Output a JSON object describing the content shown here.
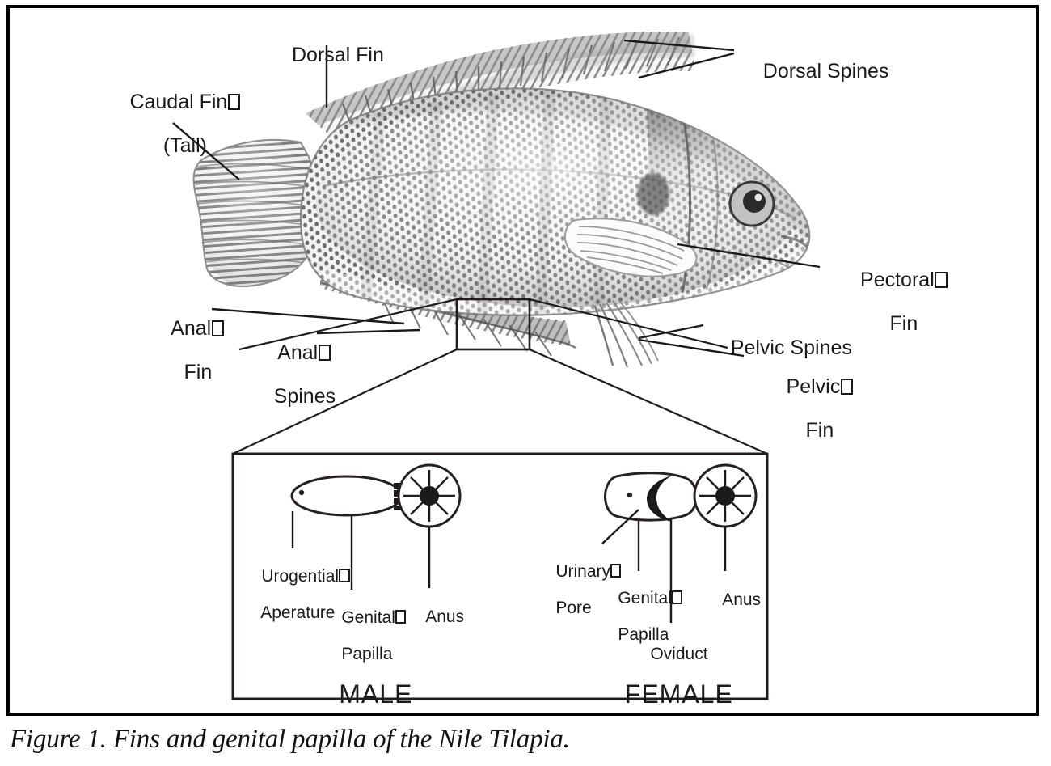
{
  "figure": {
    "caption": "Figure 1. Fins and genital papilla of the Nile Tilapia.",
    "subject": "Nile Tilapia"
  },
  "colors": {
    "ink": "#1a1a1a",
    "frame": "#000000",
    "paper": "#ffffff",
    "fish_light": "#e8e8e8",
    "fish_mid": "#9a9a9a",
    "fish_dark": "#4a4a4a"
  },
  "fish_labels": [
    {
      "id": "dorsal-fin",
      "line1": "Dorsal Fin",
      "line2": "",
      "tofu": false
    },
    {
      "id": "dorsal-spines",
      "line1": "Dorsal Spines",
      "line2": "",
      "tofu": false
    },
    {
      "id": "caudal-fin",
      "line1": "Caudal Fin",
      "line2": "(Tail)",
      "tofu": true
    },
    {
      "id": "pectoral-fin",
      "line1": "Pectoral",
      "line2": "Fin",
      "tofu": true
    },
    {
      "id": "pelvic-spines",
      "line1": "Pelvic Spines",
      "line2": "",
      "tofu": false
    },
    {
      "id": "pelvic-fin",
      "line1": "Pelvic",
      "line2": "Fin",
      "tofu": true
    },
    {
      "id": "anal-fin",
      "line1": "Anal",
      "line2": "Fin",
      "tofu": true
    },
    {
      "id": "anal-spines",
      "line1": "Anal",
      "line2": "Spines",
      "tofu": true
    }
  ],
  "inset": {
    "male": {
      "heading": "MALE",
      "labels": [
        {
          "id": "urogenital-aperature",
          "line1": "Urogential",
          "line2": "Aperature",
          "tofu": true
        },
        {
          "id": "male-genital-papilla",
          "line1": "Genital",
          "line2": "Papilla",
          "tofu": true
        },
        {
          "id": "male-anus",
          "line1": "Anus",
          "line2": "",
          "tofu": false
        }
      ]
    },
    "female": {
      "heading": "FEMALE",
      "labels": [
        {
          "id": "urinary-pore",
          "line1": "Urinary",
          "line2": "Pore",
          "tofu": true
        },
        {
          "id": "female-genital-papilla",
          "line1": "Genital",
          "line2": "Papilla",
          "tofu": true
        },
        {
          "id": "oviduct",
          "line1": "Oviduct",
          "line2": "",
          "tofu": false
        },
        {
          "id": "female-anus",
          "line1": "Anus",
          "line2": "",
          "tofu": false
        }
      ]
    }
  }
}
